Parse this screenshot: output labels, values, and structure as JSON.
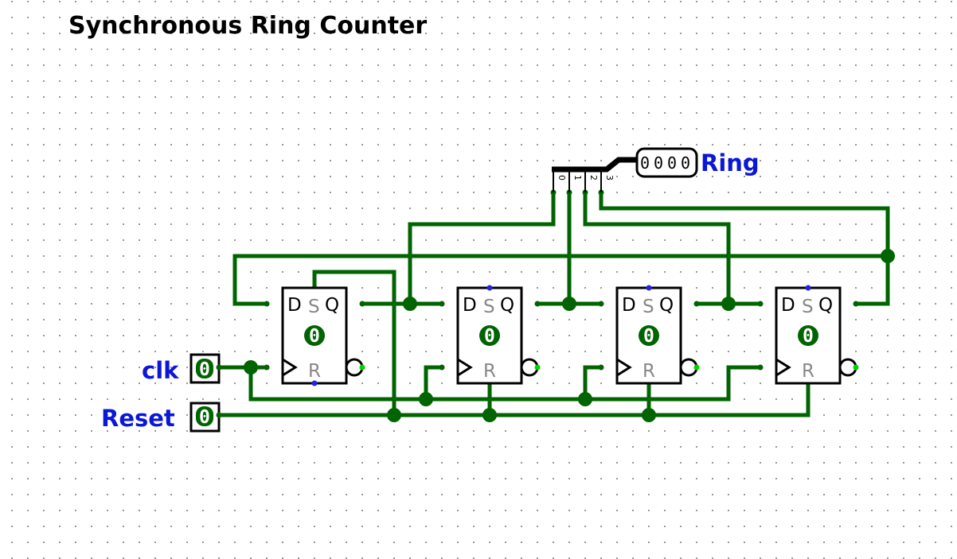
{
  "title": "Synchronous Ring Counter",
  "inputs": {
    "clk": {
      "label": "clk",
      "value": "0"
    },
    "reset": {
      "label": "Reset",
      "value": "0"
    }
  },
  "output": {
    "label": "Ring",
    "value": "0000",
    "bits": [
      "0",
      "0",
      "0",
      "0"
    ],
    "bit_indices": [
      "0",
      "1",
      "2",
      "3"
    ]
  },
  "flip_flops": [
    {
      "d": "D",
      "s": "S",
      "q": "Q",
      "r": "R",
      "state": "0"
    },
    {
      "d": "D",
      "s": "S",
      "q": "Q",
      "r": "R",
      "state": "0"
    },
    {
      "d": "D",
      "s": "S",
      "q": "Q",
      "r": "R",
      "state": "0"
    },
    {
      "d": "D",
      "s": "S",
      "q": "Q",
      "r": "R",
      "state": "0"
    }
  ],
  "colors": {
    "wire": "#006400",
    "label": "#0a16d8",
    "dot_grid": "#777777",
    "pin_dot_blue": "#2323e6",
    "pin_dot_green": "#00d400"
  }
}
